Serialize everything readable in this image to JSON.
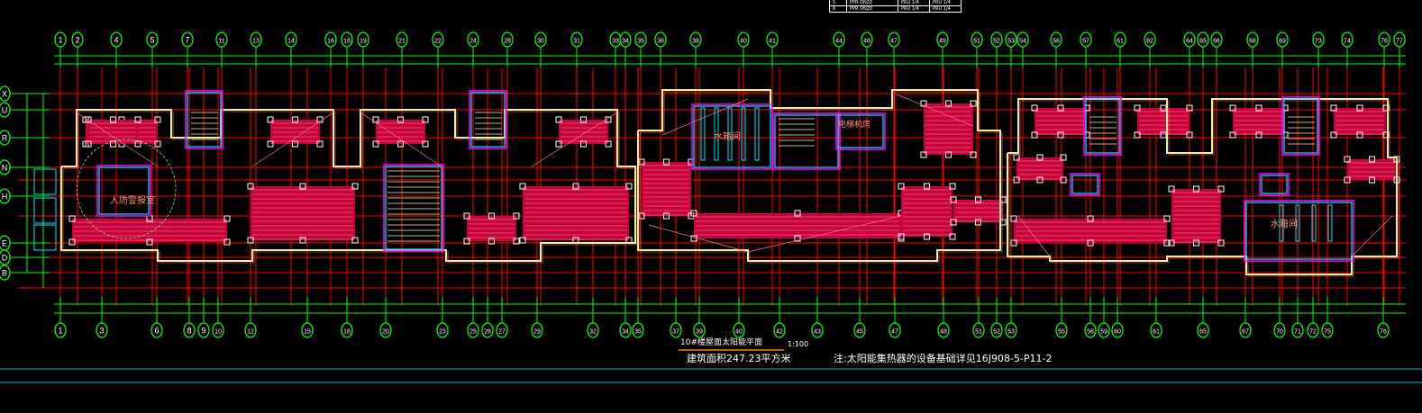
{
  "drawing": {
    "title": "10#楼屋面太阳能平面",
    "scale": "1:100",
    "area_note": "建筑面积247.23平方米",
    "footnote": "注:太阳能集热器的设备基础详见16J908-5-P11-2"
  },
  "legend_table": {
    "rows": [
      [
        "5",
        "PPR DN20",
        "PRU 1/4",
        "PRU 1/4"
      ],
      [
        "6",
        "PPR DN20",
        "PRU 1/4",
        "PRU 1/4"
      ]
    ]
  },
  "axes": {
    "top": [
      "1",
      "2",
      "4",
      "5",
      "7",
      "11",
      "13",
      "14",
      "16",
      "18",
      "19",
      "21",
      "22",
      "24",
      "28",
      "30",
      "31",
      "33",
      "34",
      "35",
      "36",
      "38",
      "40",
      "41",
      "44",
      "46",
      "47",
      "49",
      "51",
      "52",
      "53",
      "54",
      "56",
      "57",
      "61",
      "62",
      "64",
      "65",
      "66",
      "68",
      "69",
      "73",
      "74",
      "76",
      "77"
    ],
    "bottom": [
      "1",
      "3",
      "6",
      "8",
      "9",
      "10",
      "12",
      "15",
      "18",
      "20",
      "23",
      "25",
      "26",
      "27",
      "29",
      "32",
      "34",
      "35",
      "37",
      "39",
      "40",
      "42",
      "43",
      "45",
      "47",
      "48",
      "51",
      "52",
      "53",
      "55",
      "58",
      "59",
      "60",
      "61",
      "65",
      "67",
      "70",
      "71",
      "72",
      "75",
      "76"
    ],
    "left": [
      "X",
      "U",
      "R",
      "N",
      "H",
      "E",
      "D",
      "B"
    ]
  },
  "rooms": {
    "alarm_room": "人防警报室",
    "water_tank_1": "水箱间",
    "elevator_room": "电梯机房",
    "water_tank_2": "水箱间"
  },
  "colors": {
    "grid": "#ff0000",
    "axis": "#00ff00",
    "panel": "#c8003c",
    "wall": "#f0f0a0",
    "partition": "#00e5ff",
    "outline": "#ff00ff",
    "cyan_line": "#00c8c8",
    "underline": "#ff8000"
  }
}
